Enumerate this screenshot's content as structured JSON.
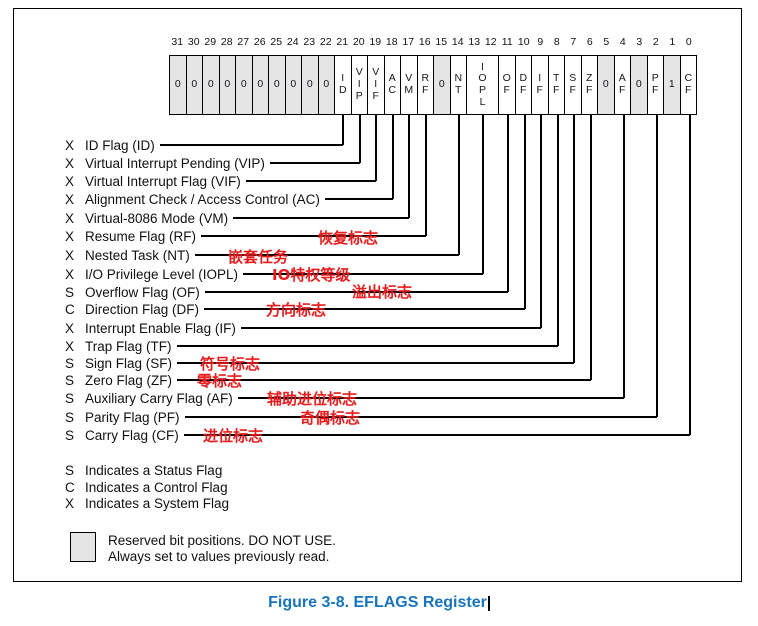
{
  "figure": {
    "caption": "Figure 3-8.  EFLAGS Register"
  },
  "register": {
    "bit_numbers": [
      "31",
      "30",
      "29",
      "28",
      "27",
      "26",
      "25",
      "24",
      "23",
      "22",
      "21",
      "20",
      "19",
      "18",
      "17",
      "16",
      "15",
      "14",
      "13",
      "12",
      "11",
      "10",
      "9",
      "8",
      "7",
      "6",
      "5",
      "4",
      "3",
      "2",
      "1",
      "0"
    ],
    "cells": [
      {
        "text": "0",
        "reserved": true
      },
      {
        "text": "0",
        "reserved": true
      },
      {
        "text": "0",
        "reserved": true
      },
      {
        "text": "0",
        "reserved": true
      },
      {
        "text": "0",
        "reserved": true
      },
      {
        "text": "0",
        "reserved": true
      },
      {
        "text": "0",
        "reserved": true
      },
      {
        "text": "0",
        "reserved": true
      },
      {
        "text": "0",
        "reserved": true
      },
      {
        "text": "0",
        "reserved": true
      },
      {
        "text": "I\nD",
        "reserved": false
      },
      {
        "text": "V\nI\nP",
        "reserved": false
      },
      {
        "text": "V\nI\nF",
        "reserved": false
      },
      {
        "text": "A\nC",
        "reserved": false
      },
      {
        "text": "V\nM",
        "reserved": false
      },
      {
        "text": "R\nF",
        "reserved": false
      },
      {
        "text": "0",
        "reserved": true
      },
      {
        "text": "N\nT",
        "reserved": false
      },
      {
        "text": "I\nO\nP\nL",
        "reserved": false,
        "span": 2
      },
      {
        "text": "O\nF",
        "reserved": false
      },
      {
        "text": "D\nF",
        "reserved": false
      },
      {
        "text": "I\nF",
        "reserved": false
      },
      {
        "text": "T\nF",
        "reserved": false
      },
      {
        "text": "S\nF",
        "reserved": false
      },
      {
        "text": "Z\nF",
        "reserved": false
      },
      {
        "text": "0",
        "reserved": true
      },
      {
        "text": "A\nF",
        "reserved": false
      },
      {
        "text": "0",
        "reserved": true
      },
      {
        "text": "P\nF",
        "reserved": false
      },
      {
        "text": "1",
        "reserved": true
      },
      {
        "text": "C\nF",
        "reserved": false
      }
    ]
  },
  "flags": [
    {
      "type": "X",
      "label": "ID Flag (ID)",
      "bit": 21,
      "annotation": null
    },
    {
      "type": "X",
      "label": "Virtual Interrupt Pending (VIP)",
      "bit": 20,
      "annotation": null
    },
    {
      "type": "X",
      "label": "Virtual Interrupt Flag (VIF)",
      "bit": 19,
      "annotation": null
    },
    {
      "type": "X",
      "label": "Alignment Check / Access Control (AC)",
      "bit": 18,
      "annotation": null
    },
    {
      "type": "X",
      "label": "Virtual-8086 Mode (VM)",
      "bit": 17,
      "annotation": null
    },
    {
      "type": "X",
      "label": "Resume Flag (RF)",
      "bit": 16,
      "annotation": "恢复标志"
    },
    {
      "type": "X",
      "label": "Nested Task (NT)",
      "bit": 14,
      "annotation": "嵌套任务"
    },
    {
      "type": "X",
      "label": "I/O Privilege Level (IOPL)",
      "bit": 13,
      "annotation": "IO特权等级"
    },
    {
      "type": "S",
      "label": "Overflow Flag (OF)",
      "bit": 11,
      "annotation": "溢出标志"
    },
    {
      "type": "C",
      "label": "Direction Flag (DF)",
      "bit": 10,
      "annotation": "方向标志"
    },
    {
      "type": "X",
      "label": "Interrupt Enable Flag (IF)",
      "bit": 9,
      "annotation": null
    },
    {
      "type": "X",
      "label": "Trap Flag (TF)",
      "bit": 8,
      "annotation": null
    },
    {
      "type": "S",
      "label": "Sign Flag (SF)",
      "bit": 7,
      "annotation": "符号标志"
    },
    {
      "type": "S",
      "label": "Zero Flag (ZF)",
      "bit": 6,
      "annotation": "零标志"
    },
    {
      "type": "S",
      "label": "Auxiliary Carry Flag (AF)",
      "bit": 4,
      "annotation": "辅助进位标志"
    },
    {
      "type": "S",
      "label": "Parity Flag (PF)",
      "bit": 2,
      "annotation": "奇偶标志"
    },
    {
      "type": "S",
      "label": "Carry Flag (CF)",
      "bit": 0,
      "annotation": "进位标志"
    }
  ],
  "legend": [
    {
      "type": "S",
      "text": "Indicates a Status Flag"
    },
    {
      "type": "C",
      "text": "Indicates a Control Flag"
    },
    {
      "type": "X",
      "text": "Indicates a System Flag"
    }
  ],
  "reserved_note": {
    "line1": "Reserved bit positions. DO NOT USE.",
    "line2": "Always set to values previously read."
  },
  "colors": {
    "annotation_red": "#e81c1c",
    "caption_blue": "#1874bc",
    "reserved_gray": "#e5e5e5"
  }
}
